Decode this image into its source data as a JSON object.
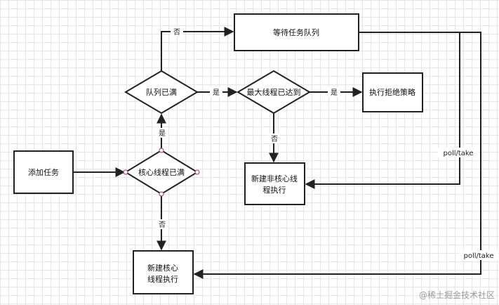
{
  "nodes": {
    "add_task": "添加任务",
    "core_full": "核心线程已满",
    "queue_full": "队列已满",
    "wait_queue": "等待任务队列",
    "max_threads": "最大线程已达到",
    "reject": "执行拒绝策略",
    "new_noncore_1": "新建非核心线",
    "new_noncore_2": "程执行",
    "new_core_1": "新建核心",
    "new_core_2": "线程执行"
  },
  "edges": {
    "yes_core_to_queue": "是",
    "no_core_to_newcore": "否",
    "no_queue_to_wait": "否",
    "yes_queue_to_max": "是",
    "yes_max_to_reject": "是",
    "no_max_to_noncore": "否",
    "poll_take_1": "poll/take",
    "poll_take_2": "poll/take"
  },
  "watermark": "@稀土掘金技术社区",
  "colors": {
    "stroke": "#222222",
    "handle": "#b03050"
  }
}
